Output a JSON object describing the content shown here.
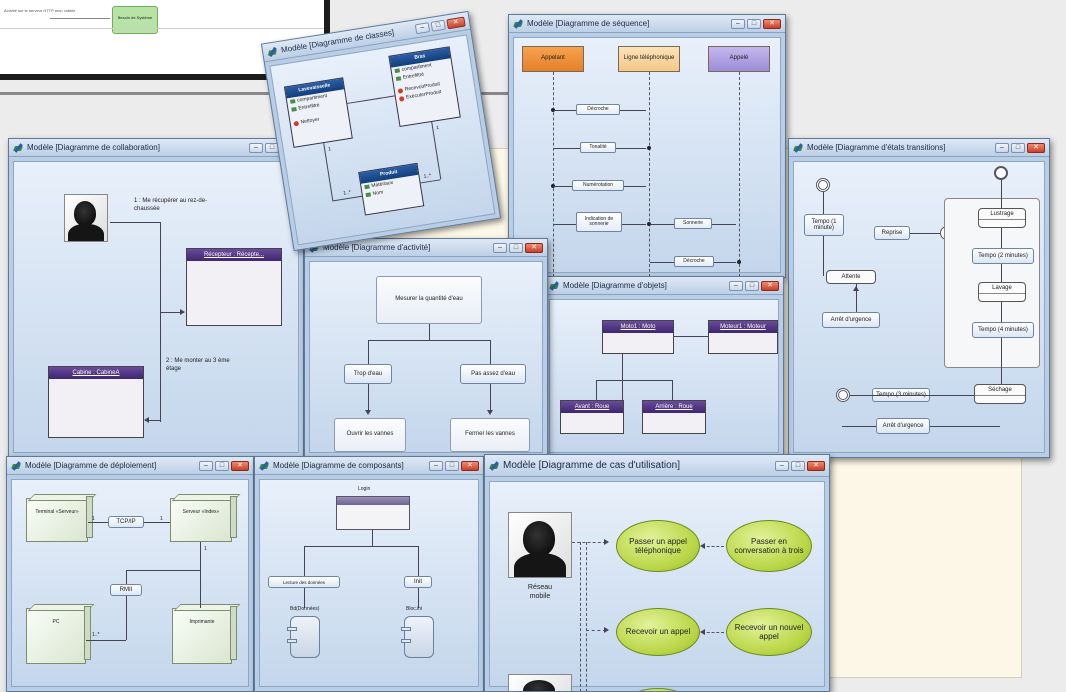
{
  "collaboration": {
    "title": "Modèle [Diagramme de collaboration]",
    "msg1": "1 : Me récupérer au rez-de-chaussée",
    "msg2": "2 : Me monter au 3 ème étage",
    "obj1": "Récepteur : Récepte...",
    "obj2": "Cabine : CabineA"
  },
  "classes": {
    "title": "Modèle [Diagramme de classes]",
    "class1": {
      "name": "Lavevaisselle",
      "attr1": "compartiment",
      "attr2": "Entrefiltré",
      "op1": "Nettoyer"
    },
    "class2": {
      "name": "Bras",
      "attr1": "compartiment",
      "attr2": "Entrefiltré",
      "op1": "RecevoirProduit",
      "op2": "ExécuterProduit"
    },
    "class3": {
      "name": "Produit",
      "attr1": "Matériaux",
      "attr2": "Nom"
    },
    "m1": "1",
    "m2": "1..*",
    "m3": "1",
    "m4": "1..*"
  },
  "sequence": {
    "title": "Modèle [Diagramme de séquence]",
    "heads": [
      "Appelant",
      "Ligne téléphonique",
      "Appelé"
    ],
    "msgs": [
      "Décroche",
      "Tonalité",
      "Numérotation",
      "Indication de sonnerie",
      "Sonnerie",
      "Décroche"
    ]
  },
  "states": {
    "title": "Modèle [Diagramme d'états transitions]",
    "tempo1": "Tempo (1 minute)",
    "reprise": "Reprise",
    "attente": "Attente",
    "lustrage": "Lustrage",
    "tempo2": "Tempo (2 minutes)",
    "lavage": "Lavage",
    "tempo4": "Tempo (4 minutes)",
    "arret1": "Arrêt d'urgence",
    "sechage": "Séchage",
    "tempo3": "Tempo (3 minutes)",
    "arret2": "Arrêt d'urgence",
    "history": "H"
  },
  "activity": {
    "title": "Modèle [Diagramme d'activité]",
    "measure": "Mesurer la quantité d'eau",
    "too_much": "Trop d'eau",
    "not_enough": "Pas assez d'eau",
    "open": "Ouvrir les vannes",
    "close": "Fermer les vannes"
  },
  "objects": {
    "title": "Modèle [Diagramme d'objets]",
    "o1": "Moto1 : Moto",
    "o2": "Moteur1 : Moteur",
    "o3": "Avant : Roue",
    "o4": "Arrière : Roue"
  },
  "deployment": {
    "title": "Modèle [Diagramme de déploiement]",
    "terminal": "Terminal «Serveur»",
    "server": "Serveur «Index»",
    "pc": "PC",
    "printer": "Imprimante",
    "link1": "TCP/IP",
    "link2": "RMII",
    "m1": "1",
    "m2": "1",
    "m3": "1",
    "m4": "1..*"
  },
  "components": {
    "title": "Modèle [Diagramme de composants]",
    "top": "Login",
    "iface1": "Lecture des données",
    "iface2": "Init",
    "comp1": "Bd(Données)",
    "comp2": "Bloc.ini"
  },
  "usecase": {
    "title": "Modèle [Diagramme de cas d'utilisation]",
    "actor": "Réseau mobile",
    "uc1": "Passer un appel téléphonique",
    "uc2": "Passer en conversation à trois",
    "uc3": "Recevoir un appel",
    "uc4": "Recevoir un nouvel appel"
  },
  "backdrop": {
    "note": "Activité sur le serveur HTTP mon cubble",
    "task": "Besoin de Système"
  }
}
